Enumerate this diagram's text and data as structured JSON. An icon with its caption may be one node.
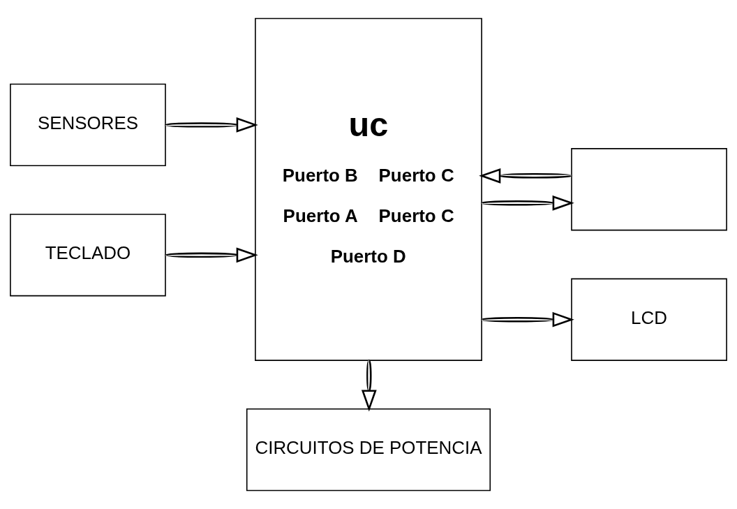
{
  "diagram": {
    "nodes": [
      {
        "text": [
          "SENSORES"
        ]
      },
      {
        "text": [
          "uc",
          "Puerto B",
          "Puerto C",
          "Puerto A",
          "Puerto C",
          "Puerto D"
        ]
      },
      {
        "text": [],
        "shape": "box"
      },
      {
        "text": [
          "TECLADO"
        ]
      },
      {
        "text": [
          "LCD"
        ]
      },
      {
        "text": [
          "CIRCUITOS DE POTENCIA"
        ]
      }
    ],
    "edges": [
      {
        "from": 0,
        "to": 1,
        "arrow": "to"
      },
      {
        "from": 1,
        "to": 2,
        "arrow": "to"
      },
      {
        "from": 2,
        "to": 1,
        "arrow": "to"
      },
      {
        "from": 3,
        "to": 1,
        "arrow": "to"
      },
      {
        "from": 1,
        "to": 4,
        "arrow": "to"
      },
      {
        "from": 1,
        "to": 5,
        "arrow": "to"
      }
    ]
  }
}
